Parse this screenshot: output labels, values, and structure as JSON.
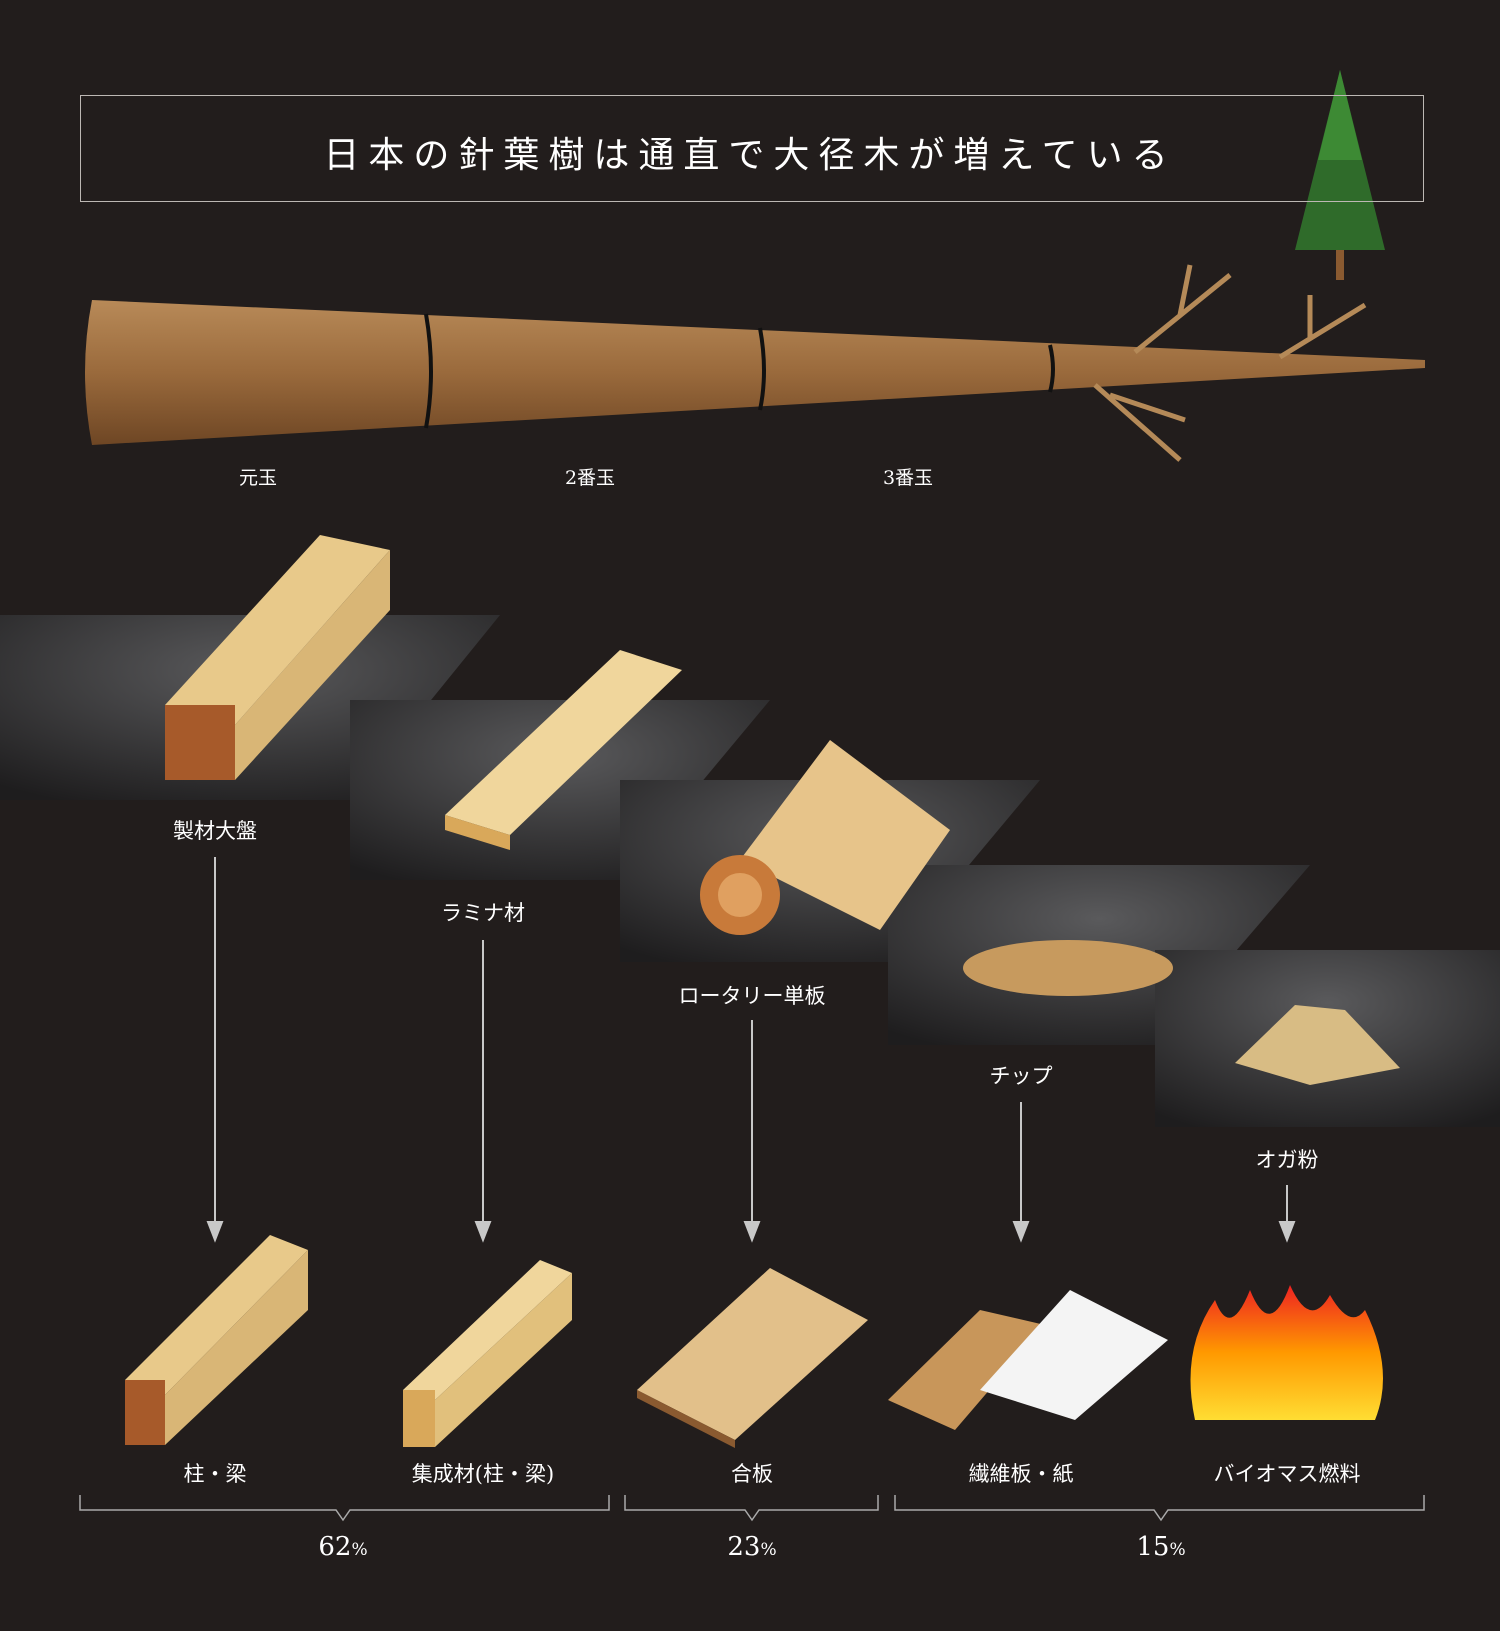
{
  "title": "日本の針葉樹は通直で大径木が増えている",
  "log_sections": [
    "元玉",
    "2番玉",
    "3番玉"
  ],
  "materials": [
    "製材大盤",
    "ラミナ材",
    "ロータリー単板",
    "チップ",
    "オガ粉"
  ],
  "products": [
    "柱・梁",
    "集成材(柱・梁)",
    "合板",
    "繊維板・紙",
    "バイオマス燃料"
  ],
  "shares": [
    {
      "value": "62",
      "unit": "%"
    },
    {
      "value": "23",
      "unit": "%"
    },
    {
      "value": "15",
      "unit": "%"
    }
  ],
  "colors": {
    "background": "#221d1c",
    "wood": "#e8c98a",
    "bark": "#9a6a3c",
    "arrow": "#c8c8c8"
  }
}
